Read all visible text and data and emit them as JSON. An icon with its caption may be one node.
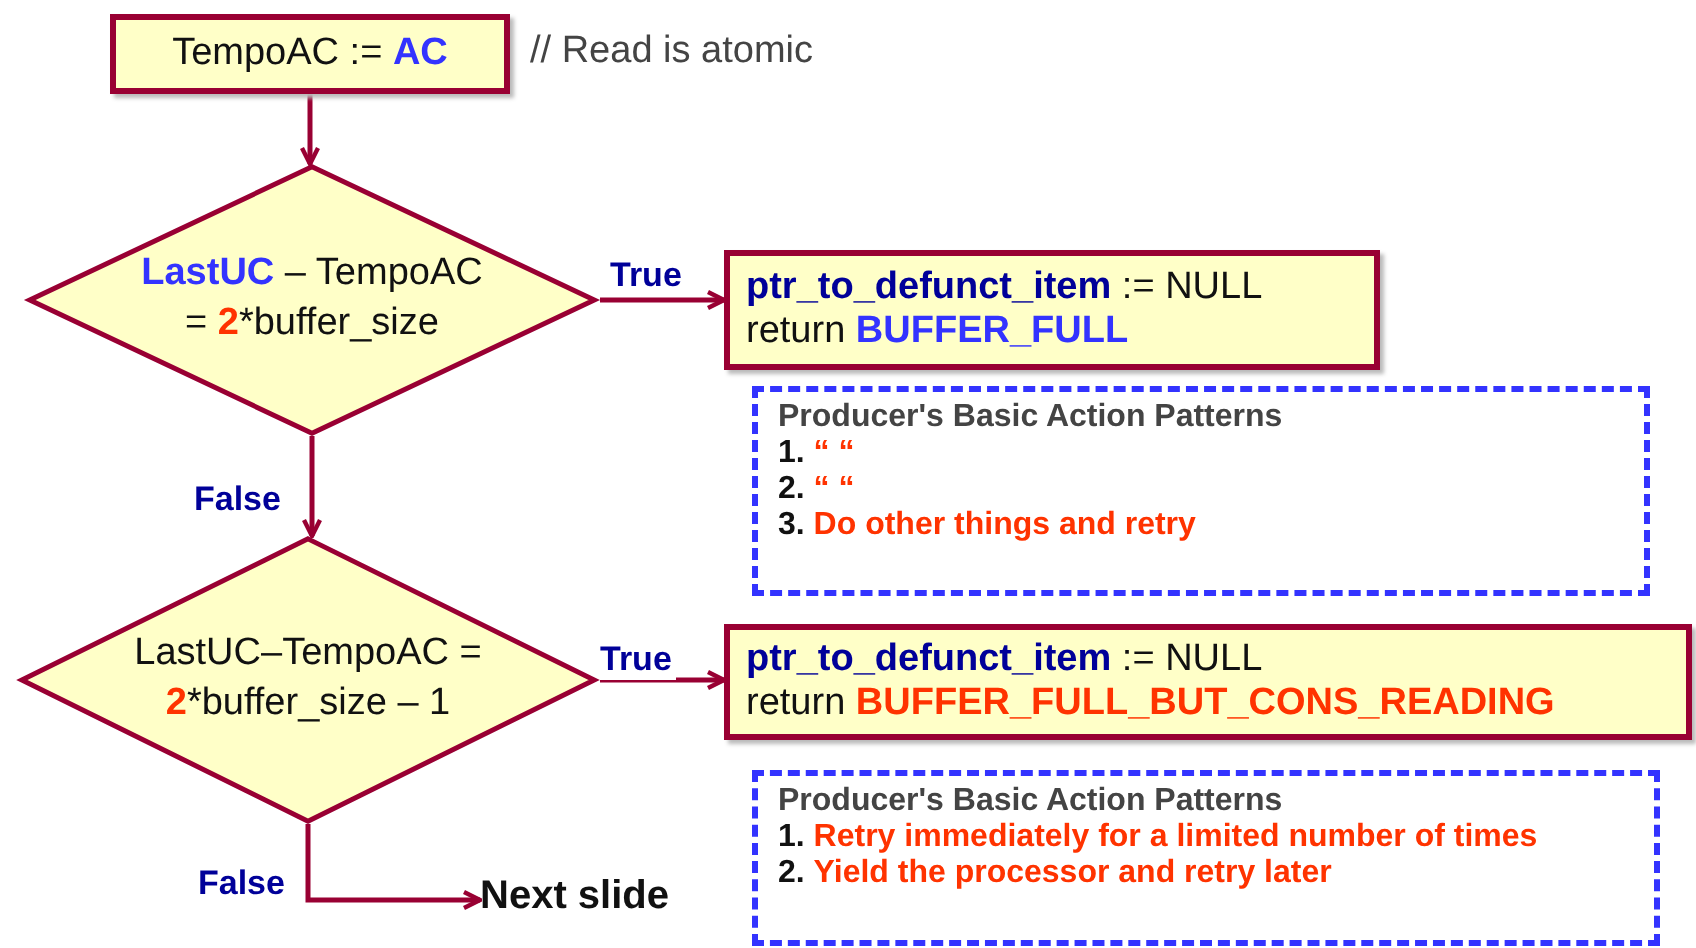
{
  "diagram": {
    "nodes": [
      {
        "text": [
          "TempoAC := **AC**"
        ],
        "beside": [
          "// Read is atomic"
        ]
      },
      {
        "text": [
          "**LastUC** – TempoAC = **2***buffer_size"
        ]
      },
      {
        "text": [
          "**ptr_to_defunct_item** := NULL",
          "return **BUFFER_FULL**"
        ]
      },
      {
        "text": [
          "Producer's Basic Action Patterns",
          "1. “ “",
          "2. “ “",
          "3. Do other things and retry"
        ]
      },
      {
        "text": [
          "LastUC–TempoAC = **2***buffer_size – 1"
        ]
      },
      {
        "text": [
          "**ptr_to_defunct_item** := NULL",
          "return  **BUFFER_FULL_BUT_CONS_READING**"
        ]
      },
      {
        "text": [
          "Producer's Basic Action Patterns",
          "1. Retry immediately for a limited number of times",
          "2. Yield the processor and retry later"
        ]
      },
      {
        "text": [
          "Next slide"
        ]
      }
    ],
    "edges": [
      {
        "from": 0,
        "to": 1,
        "arrow": "to"
      },
      {
        "from": 1,
        "to": 2,
        "arrow": "to",
        "label": "True"
      },
      {
        "from": 1,
        "to": 4,
        "arrow": "to",
        "label": "False"
      },
      {
        "from": 4,
        "to": 5,
        "arrow": "to",
        "label": "True"
      },
      {
        "from": 4,
        "to": 7,
        "arrow": "to",
        "label": "False"
      }
    ]
  }
}
